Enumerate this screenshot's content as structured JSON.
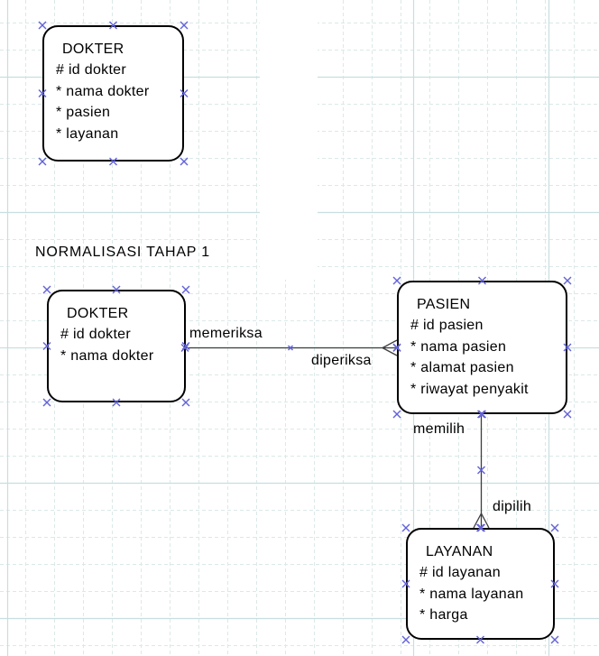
{
  "diagram": {
    "section_label": "NORMALISASI TAHAP 1",
    "entities": [
      {
        "title": "DOKTER",
        "attributes": [
          "# id dokter",
          "* nama dokter",
          "* pasien",
          "* layanan"
        ]
      },
      {
        "title": "DOKTER",
        "attributes": [
          "# id dokter",
          "* nama dokter"
        ]
      },
      {
        "title": "PASIEN",
        "attributes": [
          "# id pasien",
          "* nama pasien",
          "* alamat pasien",
          "* riwayat penyakit"
        ]
      },
      {
        "title": "LAYANAN",
        "attributes": [
          "# id layanan",
          "* nama layanan",
          "* harga"
        ]
      }
    ],
    "relationships": [
      {
        "source": "DOKTER",
        "target": "PASIEN",
        "source_label": "memeriksa",
        "target_label": "diperiksa",
        "target_marker": "crow-foot-many"
      },
      {
        "source": "PASIEN",
        "target": "LAYANAN",
        "source_label": "memilih",
        "target_label": "dipilih",
        "target_marker": "crow-foot-many"
      }
    ],
    "colors": {
      "canvas_bg": "#ffffff",
      "grid_minor": "#dbe9e8",
      "grid_major": "#c9dee0",
      "selection_handle": "#6363d8",
      "connector": "#3d3d3d",
      "entity_border": "#000000",
      "entity_fill": "#ffffff",
      "text": "#000000"
    }
  }
}
